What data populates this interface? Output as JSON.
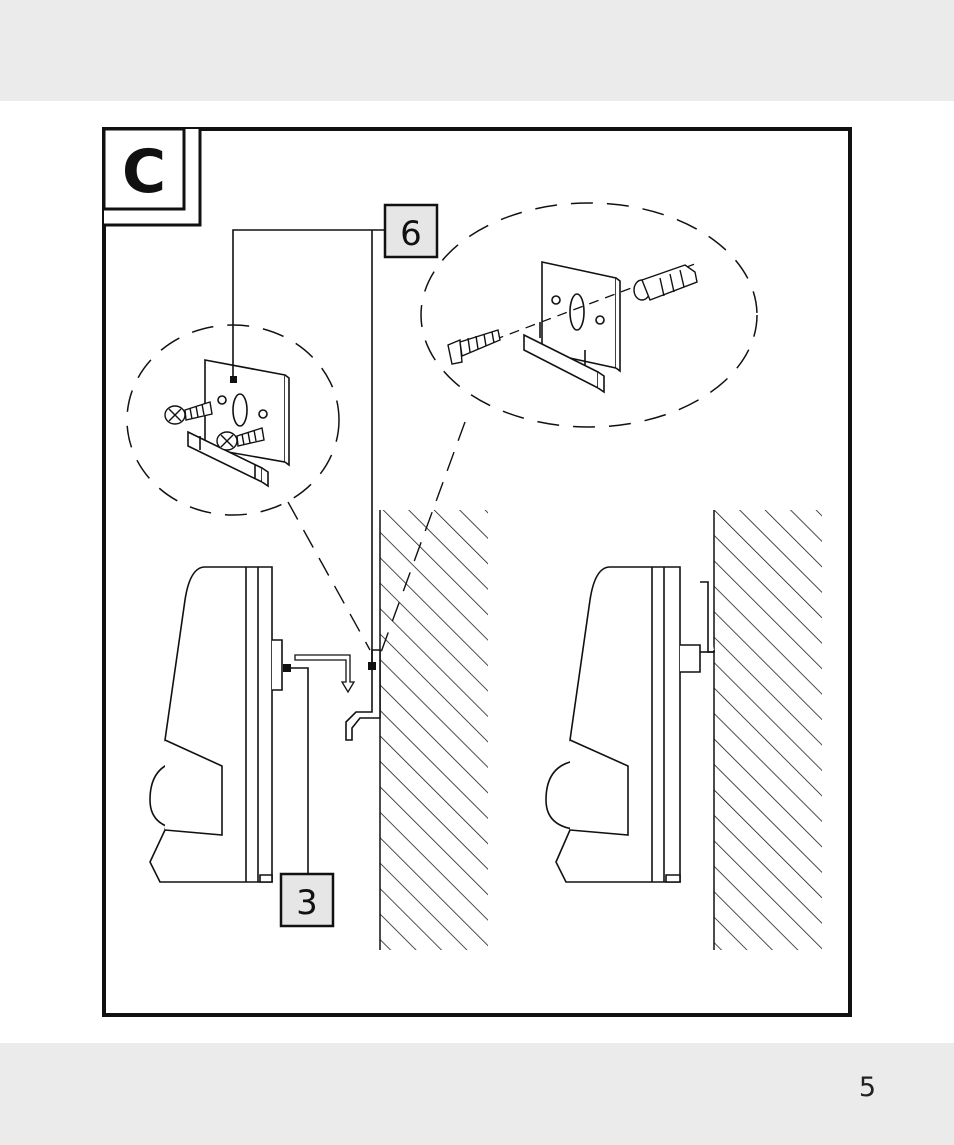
{
  "figure": {
    "section_letter": "C",
    "callouts": [
      {
        "number": "6",
        "part": "wall-bracket"
      },
      {
        "number": "3",
        "part": "device-mounting-slot"
      }
    ]
  },
  "footer": {
    "page_number": "5"
  },
  "colors": {
    "band": "#ebebeb",
    "ink": "#111111",
    "device_fill": "#ffffff",
    "callout_fill": "#e6e6e6"
  }
}
